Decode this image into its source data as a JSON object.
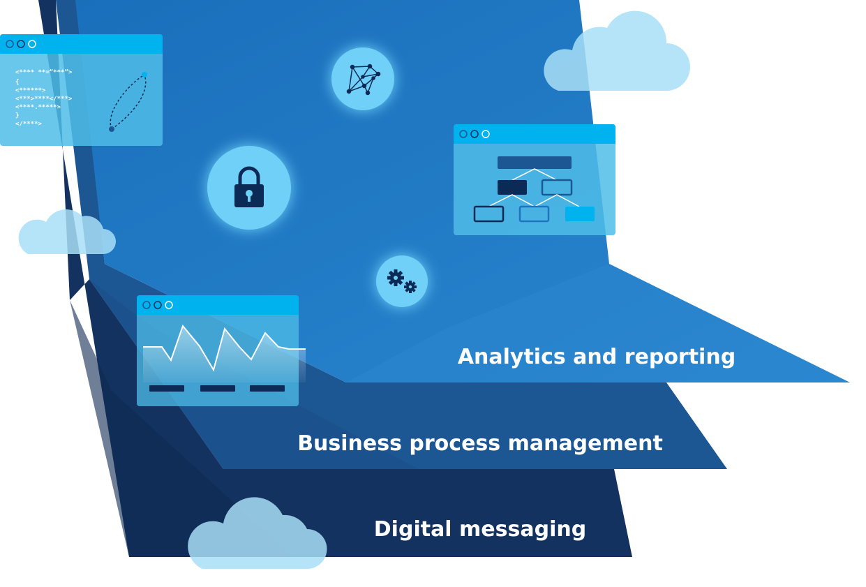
{
  "layers": [
    {
      "id": "top",
      "label": "Analytics and reporting",
      "color": "#1e74bd"
    },
    {
      "id": "middle",
      "label": "Business process management",
      "color": "#1d5793"
    },
    {
      "id": "bottom",
      "label": "Digital messaging",
      "color": "#13325f"
    }
  ],
  "code_window": {
    "lines": [
      "<**** **=“***”>",
      "{",
      "    <******>",
      "    <***>****</***>",
      "    <****.*****>",
      "}",
      "</****>"
    ]
  },
  "icons": [
    "network-icon",
    "lock-icon",
    "gears-icon",
    "cloud-icon",
    "code-window-icon",
    "org-chart-window-icon",
    "line-chart-window-icon"
  ],
  "colors": {
    "window_bar": "#00b2ee",
    "window_body": "#4fbde8",
    "circle": "#6fd0f7",
    "cloud": "#a8def6",
    "dark_navy": "#0b2a55"
  }
}
